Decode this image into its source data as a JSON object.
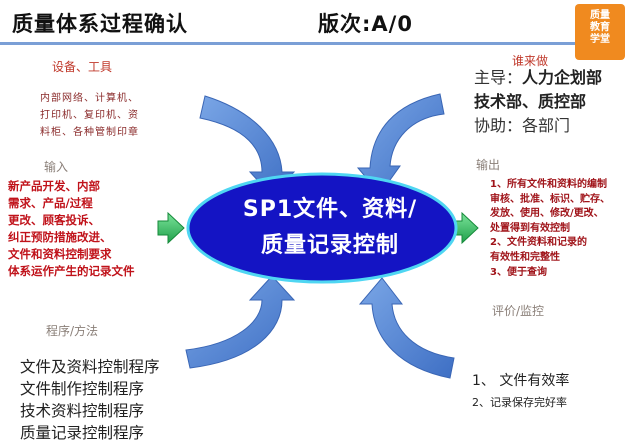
{
  "header": {
    "title": "质量体系过程确认",
    "version": "版次:A/0"
  },
  "logo": {
    "lines": [
      "质量",
      "教育",
      "学堂"
    ]
  },
  "equipment": {
    "label": "设备、工具",
    "lines": [
      "内部网络、计算机、",
      "打印机、复印机、资",
      "料柜、各种管制印章"
    ]
  },
  "who": {
    "label": "谁来做",
    "lead": "主导：人力企划部",
    "lead_prefix": "主导：",
    "lead_value": "人力企划部",
    "line2": "技术部、质控部",
    "assist": "协助：各部门"
  },
  "inputs": {
    "label": "输入",
    "lines": [
      "新产品开发、内部",
      "需求、产品/过程",
      "更改、顾客投诉、",
      "纠正预防措施改进、",
      "文件和资料控制要求",
      "体系运作产生的记录文件"
    ]
  },
  "outputs": {
    "label": "输出",
    "lines": [
      "1、所有文件和资料的编制",
      "审核、批准、标识、贮存、",
      "发放、使用、修改/更改、",
      "处置得到有效控制",
      "2、文件资料和记录的",
      "有效性和完整性",
      "3、便于查询"
    ]
  },
  "center": {
    "line1": "SP1文件、资料/",
    "line2": "质量记录控制"
  },
  "methods": {
    "label": "程序/方法",
    "lines": [
      "文件及资料控制程序",
      "文件制作控制程序",
      "技术资料控制程序",
      "质量记录控制程序"
    ]
  },
  "evaluation": {
    "label": "评价/监控",
    "item1": "1、 文件有效率",
    "item2": "2、记录保存完好率"
  },
  "colors": {
    "ellipse_fill": "#1515c8",
    "ellipse_stroke": "#46d4f0",
    "curved_arrow": "#5b8bd4",
    "side_arrow": "#2fbf5a",
    "label_red": "#c0392b"
  }
}
